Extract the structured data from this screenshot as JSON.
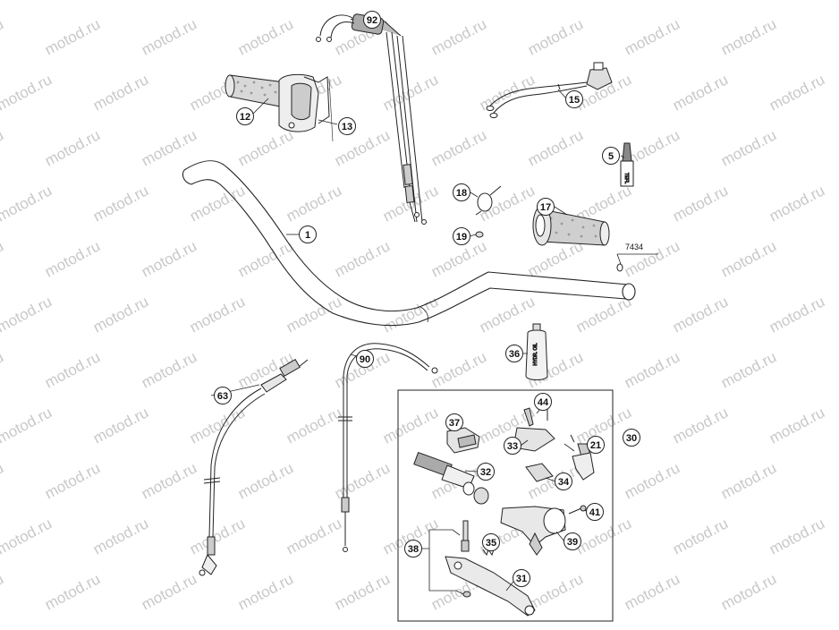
{
  "watermark": "motod.ru",
  "parts": {
    "p1": "1",
    "p5": "5",
    "p12": "12",
    "p13": "13",
    "p15": "15",
    "p17": "17",
    "p18": "18",
    "p19": "19",
    "p21": "21",
    "p30": "30",
    "p31": "31",
    "p32": "32",
    "p33": "33",
    "p34": "34",
    "p35": "35",
    "p36": "36",
    "p37": "37",
    "p38": "38",
    "p39": "39",
    "p41": "41",
    "p44": "44",
    "p63": "63",
    "p90": "90",
    "p92": "92"
  },
  "code_7434": "7434",
  "bottle_label": "HYDR. OIL",
  "tube_label": "TEFL"
}
